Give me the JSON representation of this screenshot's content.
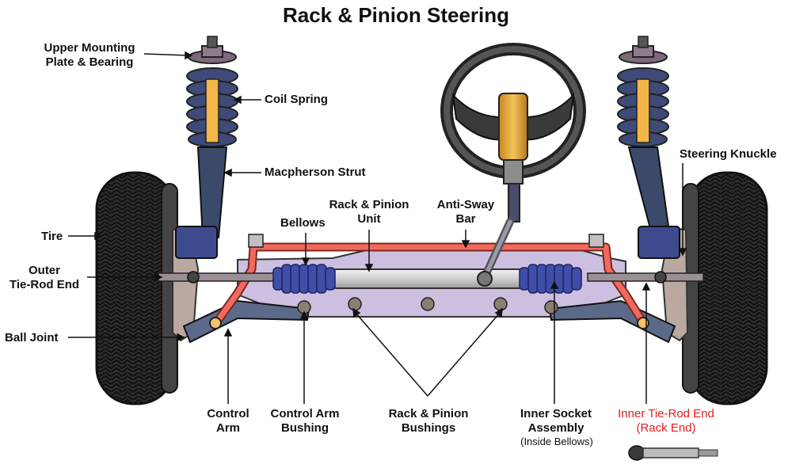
{
  "title": "Rack & Pinion Steering",
  "labels": {
    "upper_mounting_1": "Upper Mounting",
    "upper_mounting_2": "Plate & Bearing",
    "coil_spring": "Coil Spring",
    "macpherson_strut": "Macpherson Strut",
    "steering_knuckle": "Steering Knuckle",
    "rack_pinion_unit_1": "Rack & Pinion",
    "rack_pinion_unit_2": "Unit",
    "anti_sway_1": "Anti-Sway",
    "anti_sway_2": "Bar",
    "bellows": "Bellows",
    "tire": "Tire",
    "outer_tie_rod_1": "Outer",
    "outer_tie_rod_2": "Tie-Rod End",
    "ball_joint": "Ball Joint",
    "control_arm_1": "Control",
    "control_arm_2": "Arm",
    "control_arm_bushing_1": "Control Arm",
    "control_arm_bushing_2": "Bushing",
    "rack_pinion_bushings_1": "Rack & Pinion",
    "rack_pinion_bushings_2": "Bushings",
    "inner_socket_1": "Inner Socket",
    "inner_socket_2": "Assembly",
    "inner_socket_3": "(Inside Bellows)",
    "inner_tie_rod_1": "Inner Tie-Rod End",
    "inner_tie_rod_2": "(Rack End)"
  },
  "colors": {
    "sway_bar": "#f26a5e",
    "bellows": "#3f4ea8",
    "rack": "#d8d8d8",
    "frame": "#c7b8dc",
    "tire": "#2b2b2b",
    "strut": "#3b4a6b",
    "column": "#e6a93a",
    "accent_red": "#e41d1d"
  }
}
